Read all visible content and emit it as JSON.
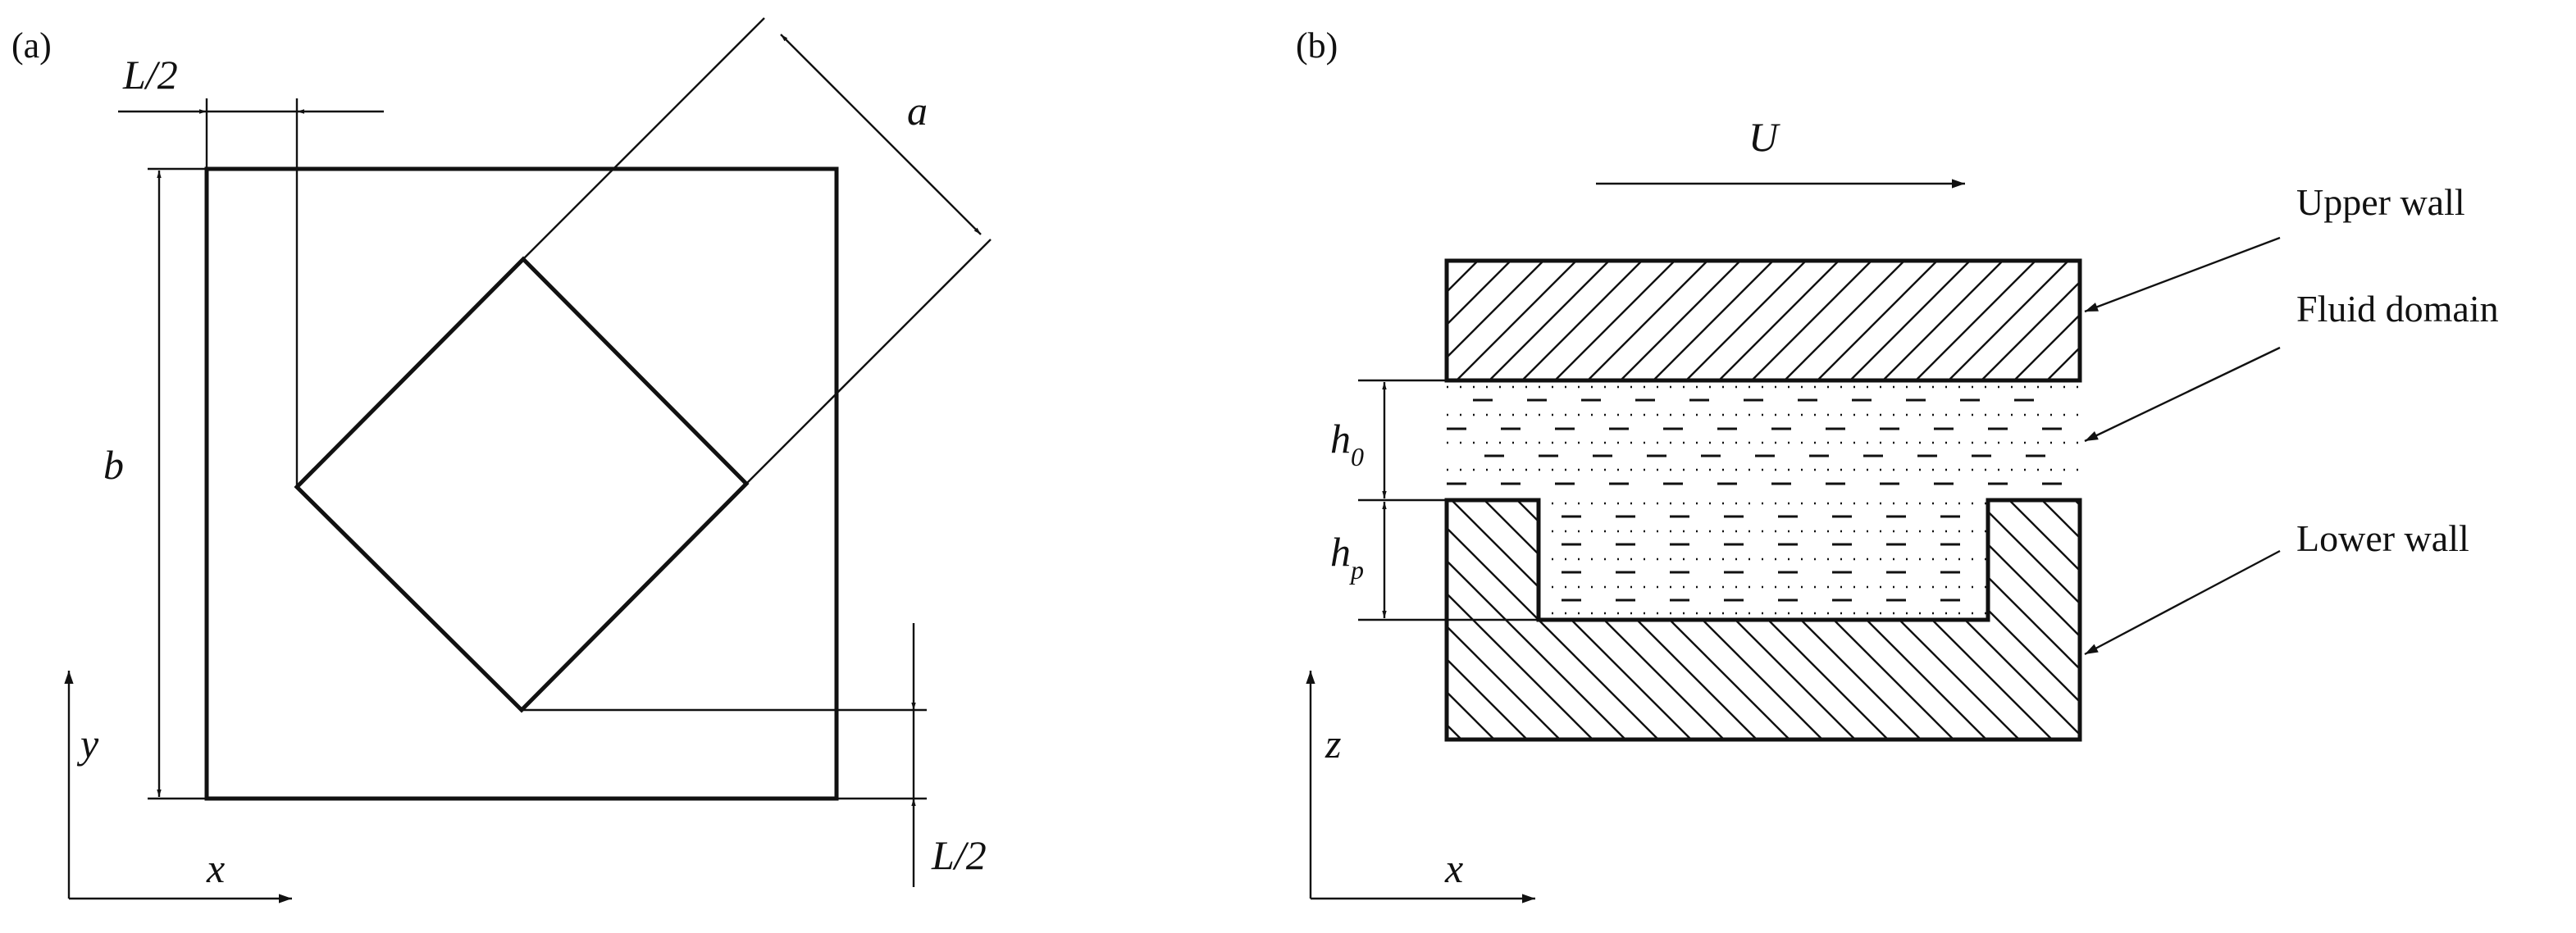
{
  "panel_a": {
    "label": "(a)",
    "dim_half_gap_top": "L/2",
    "dim_half_gap_bottom": "L/2",
    "dim_side": "a",
    "dim_height": "b",
    "axis_x": "x",
    "axis_y": "y"
  },
  "panel_b": {
    "label": "(b)",
    "velocity": "U",
    "upper_wall": "Upper wall",
    "fluid_domain": "Fluid domain",
    "lower_wall": "Lower wall",
    "film_height_symbol": "h",
    "film_height_sub": "0",
    "pocket_depth_symbol": "h",
    "pocket_depth_sub": "p",
    "axis_x": "x",
    "axis_z": "z"
  }
}
